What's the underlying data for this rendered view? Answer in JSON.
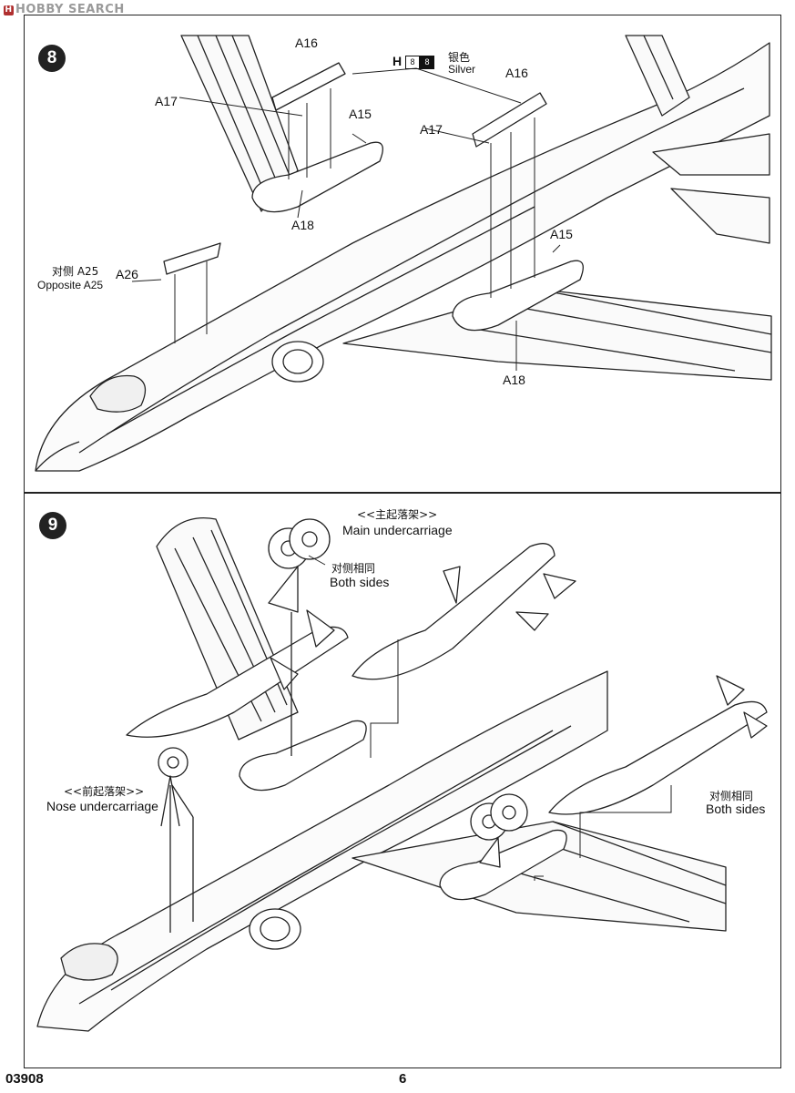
{
  "watermark": "HOBBY SEARCH",
  "step8": {
    "number": "8",
    "parts": {
      "a16_left": "A16",
      "a17_left": "A17",
      "a15_left": "A15",
      "a18_left": "A18",
      "a16_right": "A16",
      "a17_right": "A17",
      "a15_right": "A15",
      "a18_right": "A18",
      "a26": "A26"
    },
    "opposite_cn": "对侧 A25",
    "opposite_en": "Opposite A25",
    "paint": {
      "letter": "H",
      "code1": "8",
      "code2": "8",
      "cn": "银色",
      "en": "Silver"
    }
  },
  "step9": {
    "number": "9",
    "main_cn": "<<主起落架>>",
    "main_en": "Main undercarriage",
    "both_cn_1": "对侧相同",
    "both_en_1": "Both sides",
    "nose_cn": "<<前起落架>>",
    "nose_en": "Nose undercarriage",
    "both_cn_2": "对侧相同",
    "both_en_2": "Both sides"
  },
  "footer": {
    "code": "03908",
    "page": "6"
  }
}
